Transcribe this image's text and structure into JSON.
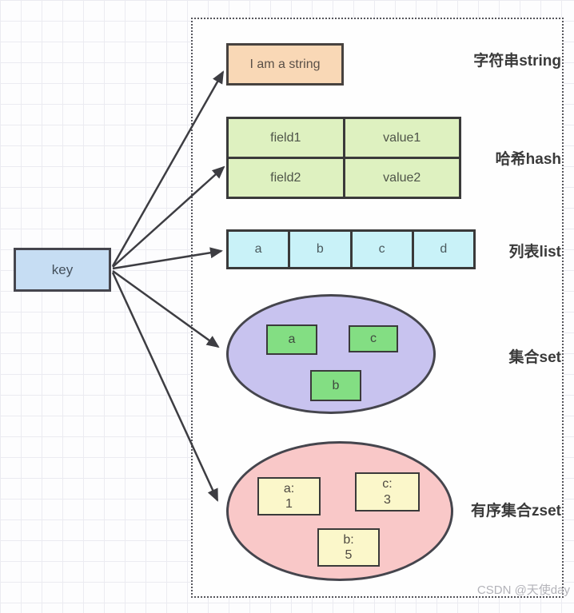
{
  "key_label": "key",
  "string": {
    "value": "I am a string",
    "label": "字符串string"
  },
  "hash": {
    "label": "哈希hash",
    "rows": [
      [
        "field1",
        "value1"
      ],
      [
        "field2",
        "value2"
      ]
    ]
  },
  "list": {
    "label": "列表list",
    "items": [
      "a",
      "b",
      "c",
      "d"
    ]
  },
  "set": {
    "label": "集合set",
    "items": [
      "a",
      "c",
      "b"
    ]
  },
  "zset": {
    "label": "有序集合zset",
    "items": [
      {
        "m": "a:",
        "s": "1"
      },
      {
        "m": "c:",
        "s": "3"
      },
      {
        "m": "b:",
        "s": "5"
      }
    ]
  },
  "watermark": "CSDN @天使day",
  "colors": {
    "key_fill": "#c6ddf3",
    "string_fill": "#f9d8b6",
    "hash_fill": "#def1c0",
    "list_fill": "#c9f2f8",
    "set_fill": "#c8c3ef",
    "set_item_fill": "#83de83",
    "zset_fill": "#f9c8c8",
    "zset_item_fill": "#fbf7ca",
    "stroke": "#3a3a3a"
  }
}
